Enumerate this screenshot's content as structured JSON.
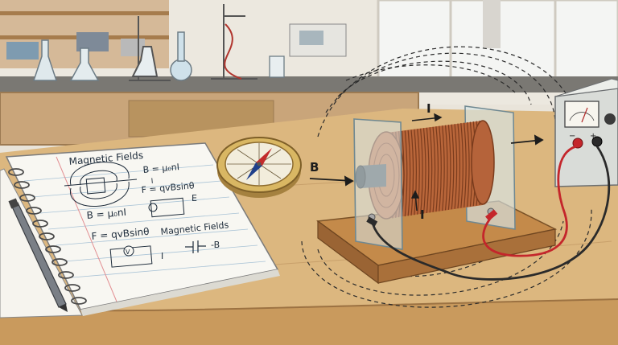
{
  "notebook": {
    "heading": "Magnetic Fields",
    "formula_b": "B = μ₀nI",
    "small_i": "I",
    "formula_f": "F = qvBsinθ",
    "label_e": "E",
    "formula_b2": "B = μ₀nI",
    "formula_f2": "F = qvBsinθ",
    "heading2": "Magnetic Fields",
    "label_v": "V",
    "label_i_bottom": "I",
    "label_minus_b": "-B"
  },
  "apparatus": {
    "label_b": "B",
    "label_i_top": "I",
    "label_i_side": "I",
    "meter_minus": "−",
    "meter_plus": "+"
  },
  "colors": {
    "table": "#d9b47d",
    "coil": "#b9663a",
    "red_wire": "#c4262b",
    "black_wire": "#2a2a2a",
    "ink": "#1d2b3a"
  }
}
